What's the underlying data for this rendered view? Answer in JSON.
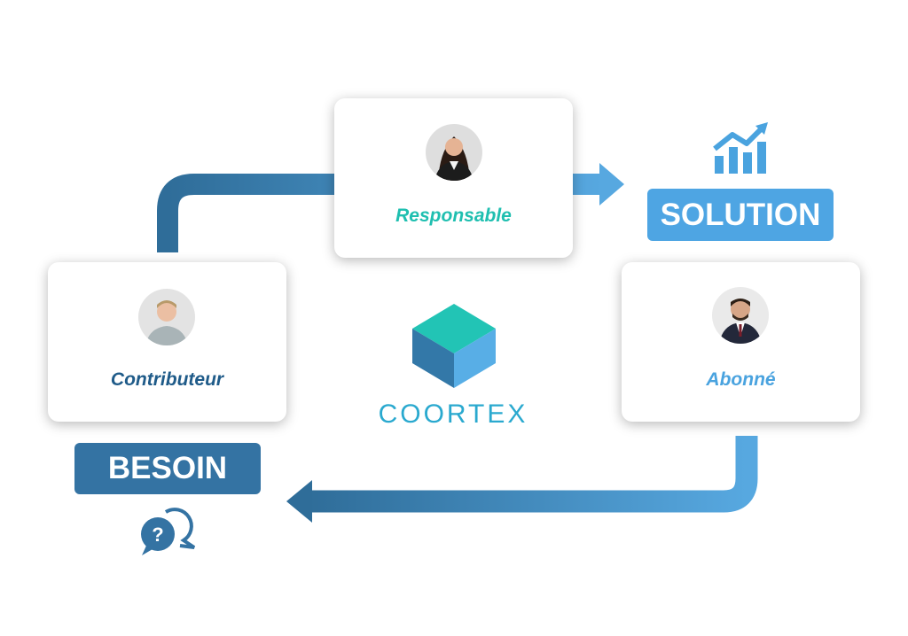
{
  "roles": {
    "responsable": "Responsable",
    "contributeur": "Contributeur",
    "abonne": "Abonné"
  },
  "tags": {
    "solution": "SOLUTION",
    "besoin": "BESOIN"
  },
  "logo": {
    "wordmark": "COORTEX"
  },
  "colors": {
    "arrow_dark": "#2f6d99",
    "arrow_light": "#57a8e0",
    "teal": "#1fbfb0",
    "dark_blue": "#1f5b89",
    "light_blue": "#4aa3df",
    "besoin_tag": "#3473a3",
    "solution_tag": "#4ea5e3"
  },
  "icons": [
    "growth-chart-icon",
    "question-chat-icon",
    "cube-logo-icon"
  ]
}
